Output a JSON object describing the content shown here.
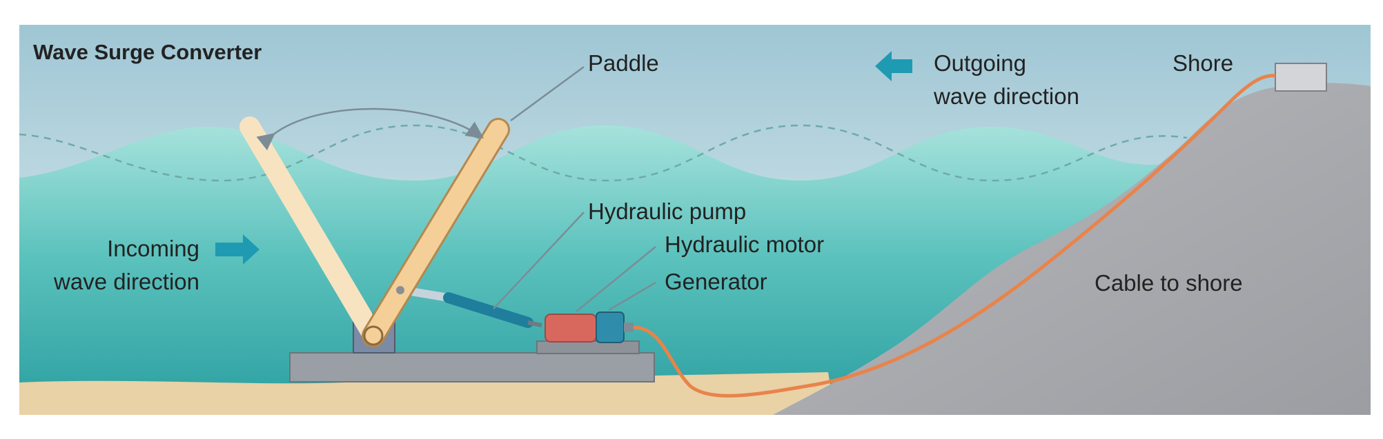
{
  "diagram": {
    "title": "Wave Surge Converter",
    "labels": {
      "paddle": "Paddle",
      "hydraulic_pump": "Hydraulic pump",
      "hydraulic_motor": "Hydraulic motor",
      "generator": "Generator",
      "shore": "Shore",
      "cable_to_shore": "Cable to shore",
      "incoming_line1": "Incoming",
      "incoming_line2": "wave direction",
      "outgoing_line1": "Outgoing",
      "outgoing_line2": "wave direction"
    },
    "colors": {
      "sky_top": "#9fc6d4",
      "sky_bottom": "#e6f2f3",
      "water_surface": "#9fded8",
      "water_deep": "#2b9ea0",
      "sand": "#e8d2a6",
      "shore_rock": "#a6a7ab",
      "paddle": "#f5cf98",
      "paddle_ghost": "#f8e3c0",
      "pump_cylinder": "#1f7e9c",
      "motor": "#d8685e",
      "generator": "#2f8dab",
      "cable": "#e9834a",
      "arrow": "#1f9ab3",
      "base": "#9a9fa6"
    }
  }
}
